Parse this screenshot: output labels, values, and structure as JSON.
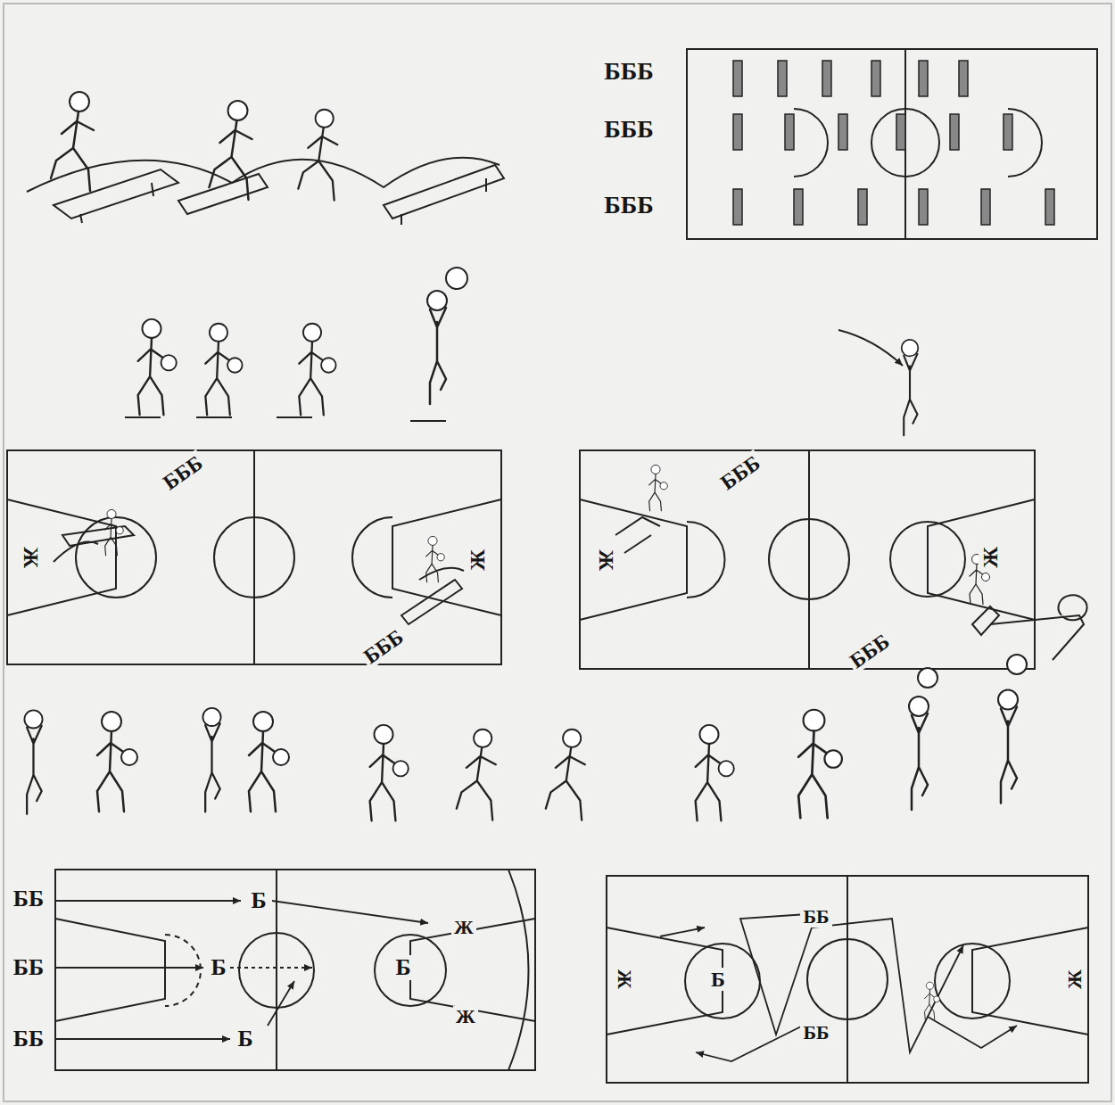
{
  "diagram": {
    "labels": [
      "БББ",
      "БББ",
      "БББ",
      "БББ",
      "Ж",
      "Ж",
      "БББ",
      "БББ",
      "Ж",
      "Ж",
      "БББ",
      "ББ",
      "ББ",
      "ББ",
      "Б",
      "Б",
      "Б",
      "Б",
      "Ж",
      "Ж",
      "Ж",
      "Б",
      "ББ",
      "ББ",
      "Ж"
    ]
  }
}
